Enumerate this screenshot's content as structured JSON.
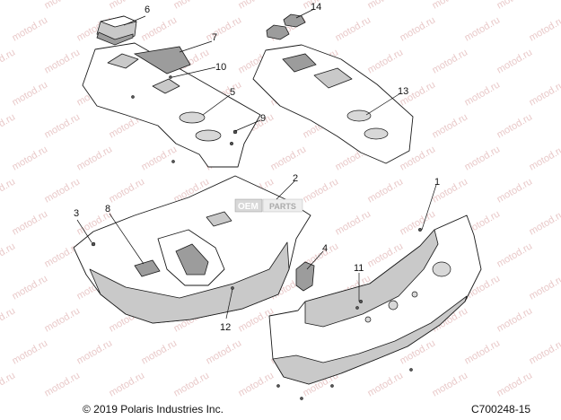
{
  "watermark": {
    "text": "motod.ru",
    "color": "#e9c9c9"
  },
  "oem_badge": {
    "text": "OEM",
    "suffix": "PARTS"
  },
  "callouts": [
    {
      "id": "c1",
      "label": "1"
    },
    {
      "id": "c2",
      "label": "2"
    },
    {
      "id": "c3",
      "label": "3"
    },
    {
      "id": "c4",
      "label": "4"
    },
    {
      "id": "c5",
      "label": "5"
    },
    {
      "id": "c6",
      "label": "6"
    },
    {
      "id": "c7",
      "label": "7"
    },
    {
      "id": "c8",
      "label": "8"
    },
    {
      "id": "c9",
      "label": "9"
    },
    {
      "id": "c10",
      "label": "10"
    },
    {
      "id": "c11",
      "label": "11"
    },
    {
      "id": "c12",
      "label": "12"
    },
    {
      "id": "c13",
      "label": "13"
    },
    {
      "id": "c14",
      "label": "14"
    }
  ],
  "footer": {
    "copyright": "© 2019 Polaris Industries Inc.",
    "diagram_code": "C700248-15"
  }
}
